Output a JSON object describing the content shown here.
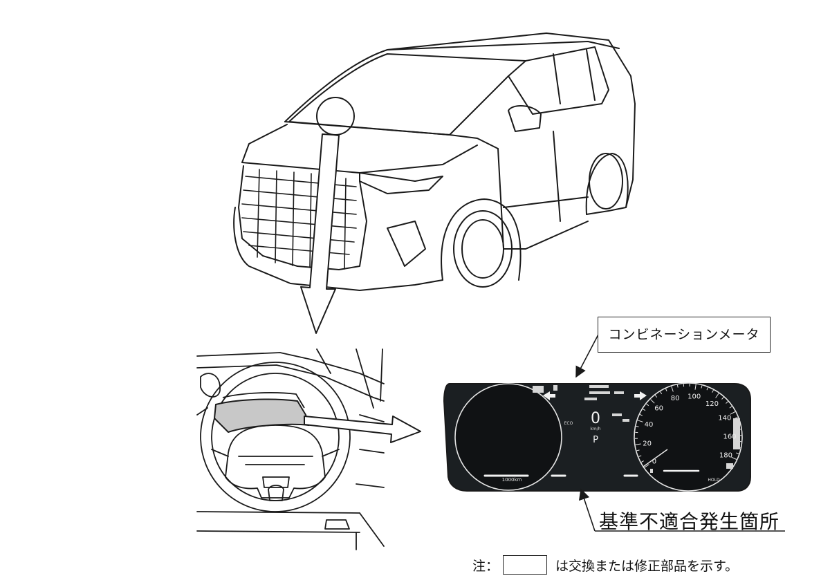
{
  "labels": {
    "meter_callout": "コンビネーションメータ",
    "defect_location": "基準不適合発生箇所",
    "note_prefix": "注：",
    "note_suffix": "は交換または修正部品を示す。"
  },
  "instrument_cluster": {
    "speed_value": "0",
    "speed_unit": "km/h",
    "gear": "P",
    "eco": "ECO",
    "odometer": "1000km",
    "hold": "HOLD",
    "speedo_scale": [
      "0",
      "20",
      "40",
      "60",
      "80",
      "100",
      "120",
      "140",
      "160",
      "180"
    ]
  },
  "colors": {
    "line": "#1a1a1a",
    "highlight": "#c8c8c8",
    "cluster_bg": "#1b1f22"
  }
}
